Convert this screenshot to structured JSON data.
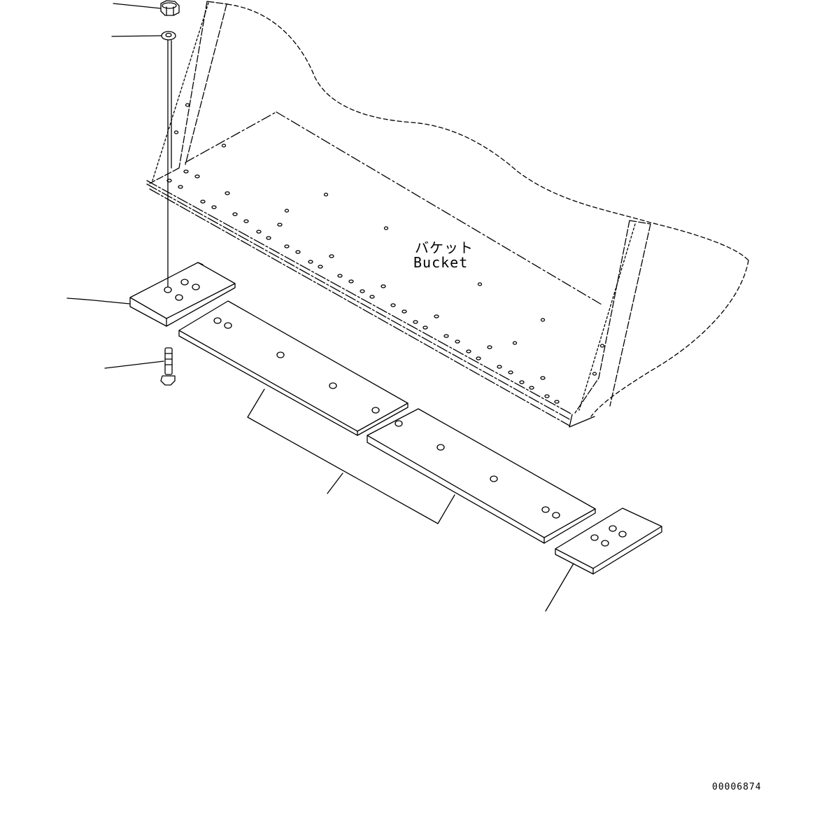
{
  "diagram": {
    "label_jp": "バケット",
    "label_en": "Bucket",
    "drawing_id": "00006874"
  },
  "colors": {
    "line": "#000000",
    "background": "#ffffff"
  }
}
